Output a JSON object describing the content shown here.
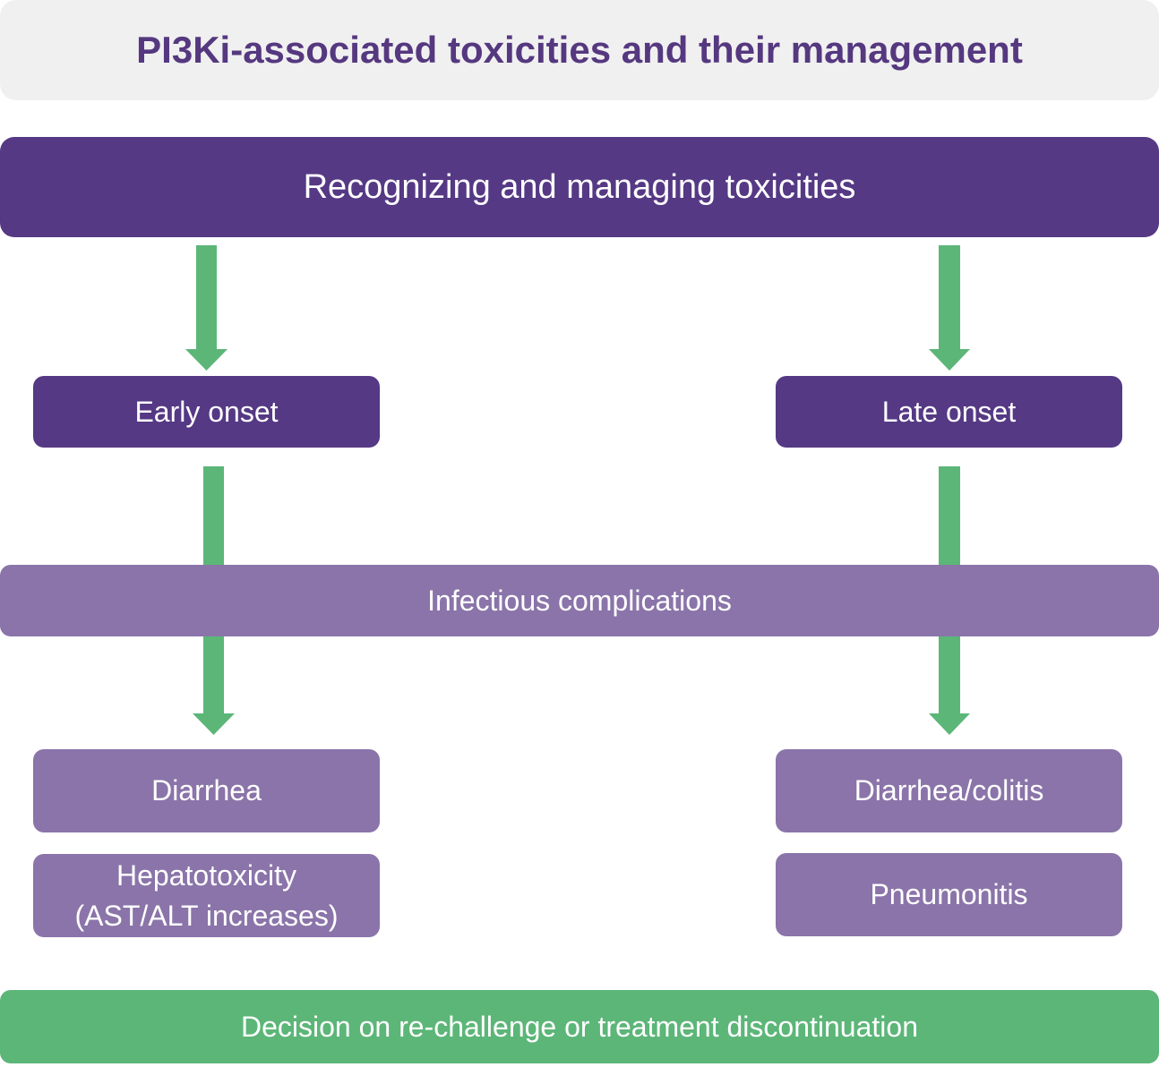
{
  "title": "PI3Ki-associated toxicities and their management",
  "main_step": "Recognizing and managing toxicities",
  "branches": {
    "early": {
      "label": "Early onset",
      "toxicities": [
        "Diarrhea",
        "Hepatotoxicity\n(AST/ALT increases)"
      ]
    },
    "late": {
      "label": "Late onset",
      "toxicities": [
        "Diarrhea/colitis",
        "Pneumonitis"
      ]
    }
  },
  "shared_step": "Infectious complications",
  "final_step": "Decision on re-challenge or treatment discontinuation",
  "colors": {
    "dark_purple": "#553984",
    "light_purple": "#8a74a9",
    "green": "#5cb678",
    "title_text": "#55387f",
    "title_bg": "#f0f0f0"
  }
}
